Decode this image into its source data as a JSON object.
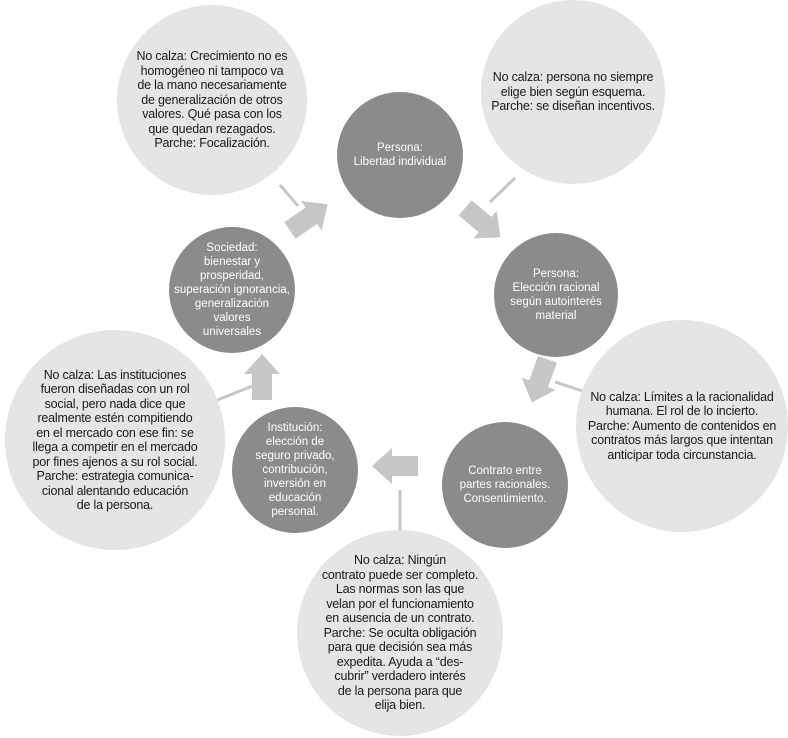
{
  "colors": {
    "dark": "#8b8b8b",
    "light": "#e5e5e5",
    "arrow": "#c6c6c6"
  },
  "nodes": {
    "persona_libertad": "Persona:\nLibertad individual",
    "persona_eleccion": "Persona:\nElección racional\nsegún autointerés\nmaterial",
    "contrato": "Contrato entre\npartes racionales.\nConsentimiento.",
    "institucion": "Institución:\nelección de\nseguro privado,\ncontribución,\ninversión en\neducación\npersonal.",
    "sociedad": "Sociedad:\nbienestar y\nprosperidad,\nsuperación ignorancia,\ngeneralización\nvalores\nuniversales"
  },
  "notes": {
    "top_left": "No calza: Crecimiento no es\nhomogéneo ni tampoco va\nde la mano necesariamente\nde generalización de otros\nvalores. Qué pasa con los\nque quedan rezagados.\nParche: Focalización.",
    "top_right": "No calza: persona no siempre\nelige bien según esquema.\nParche: se diseñan incentivos.",
    "right": "No calza: Límites a la racionalidad\nhumana. El rol de lo incierto.\nParche: Aumento de contenidos en\ncontratos más largos que intentan\nanticipar toda circunstancia.",
    "bottom": "No calza: Ningún\ncontrato puede ser completo.\nLas normas son las que\nvelan por el funcionamiento\nen ausencia de un contrato.\nParche: Se oculta obligación\npara que decisión sea más\nexpedita. Ayuda a “des-\ncubrir” verdadero interés\nde la persona para que\nelija bien.",
    "left": "No calza: Las instituciones\nfueron diseñadas con un rol\nsocial, pero nada dice que\nrealmente estén compitiendo\nen el mercado con ese fin: se\nllega a competir en el mercado\npor fines ajenos a su rol social.\nParche: estrategia comunica-\ncional alentando educación\nde la persona."
  }
}
